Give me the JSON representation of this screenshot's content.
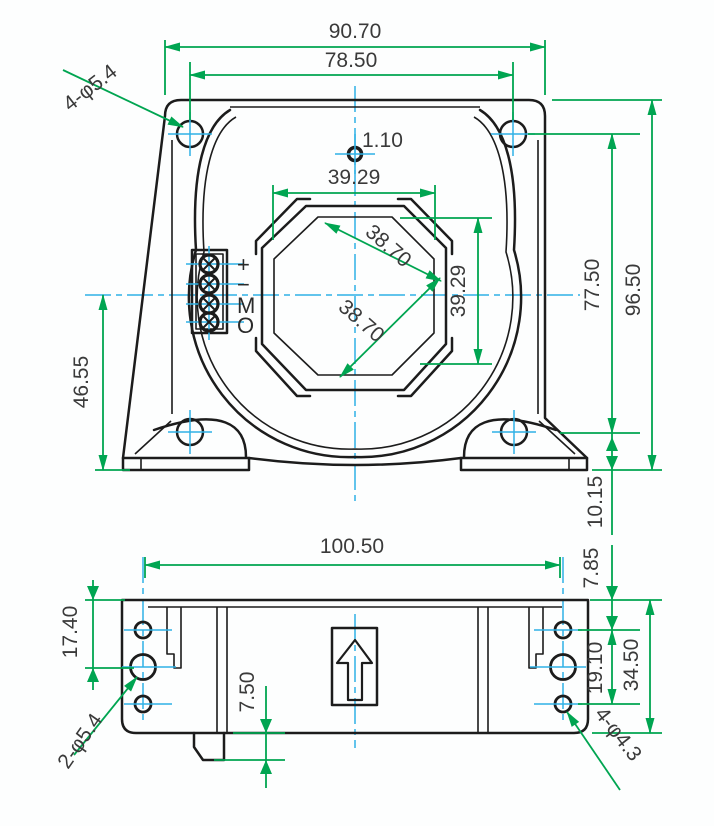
{
  "drawing": {
    "front": {
      "dims": {
        "overall_width": "90.70",
        "hole_span": "78.50",
        "corner_holes": "4-φ5.4",
        "pilot_hole": "1.10",
        "aperture_width": "39.29",
        "aperture_diag_a": "38.70",
        "aperture_diag_b": "38.70",
        "aperture_height": "39.29",
        "hole_to_base": "77.50",
        "overall_height": "96.50",
        "center_to_base": "46.55",
        "foot_height": "10.15"
      },
      "terminals": [
        "+",
        "−",
        "M",
        "O"
      ]
    },
    "side": {
      "dims": {
        "overall_width": "100.50",
        "top_to_hole": "7.85",
        "top_to_center": "17.40",
        "hole_span": "19.10",
        "height": "34.50",
        "end_holes": "2-φ5.4",
        "tab_depth": "7.50",
        "base_holes": "4-φ4.3"
      }
    },
    "colors": {
      "dimension_green": "#00a551",
      "centerline_cyan": "#2fb1e5",
      "outline_black": "#1c1c1c"
    }
  }
}
